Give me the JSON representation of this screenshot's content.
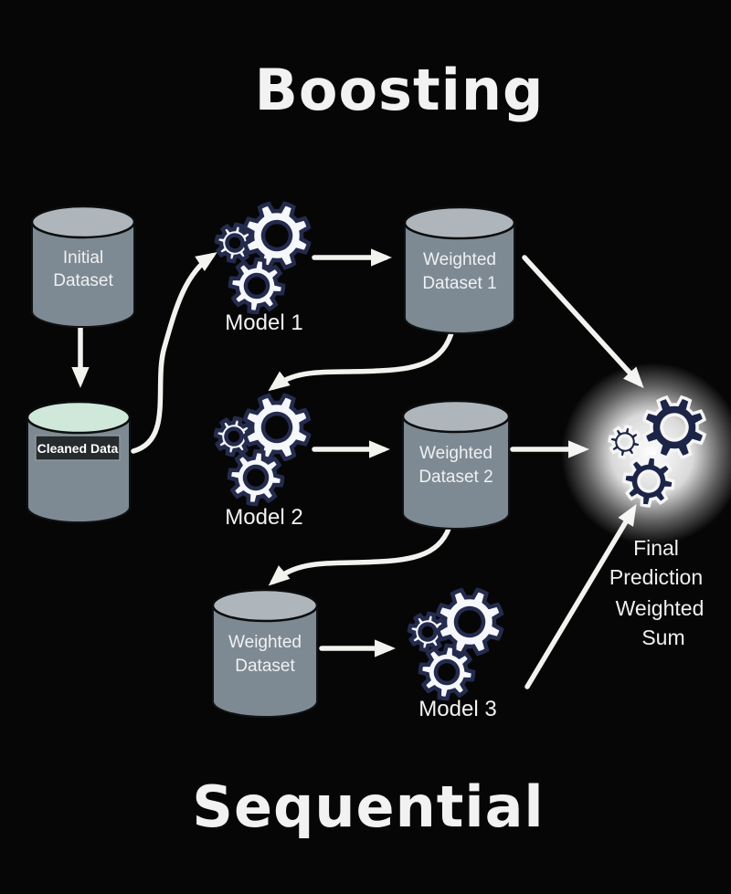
{
  "title": "Boosting",
  "footer": "Sequential",
  "nodes": {
    "initial_dataset": {
      "line1": "Initial",
      "line2": "Dataset"
    },
    "cleaned_data": {
      "label": "Cleaned Data"
    },
    "model_1": {
      "label": "Model 1"
    },
    "weighted_dataset_1": {
      "line1": "Weighted",
      "line2": "Dataset 1"
    },
    "model_2": {
      "label": "Model 2"
    },
    "weighted_dataset_2": {
      "line1": "Weighted",
      "line2": "Dataset 2"
    },
    "weighted_dataset_3": {
      "line1": "Weighted",
      "line2": "Dataset"
    },
    "model_3": {
      "label": "Model 3"
    },
    "final_prediction": {
      "line1": "Final",
      "line2": "Prediction",
      "line3": "Weighted",
      "line4": "Sum"
    }
  },
  "colors": {
    "background": "#060606",
    "cylinder_body": "#7e8a93",
    "cylinder_top": "#aeb6bc",
    "cleaned_top": "#cfe8da",
    "cleaned_box": "#262b2e",
    "gear_fill": "#f5f7fa",
    "gear_outline": "#242b4d",
    "final_gear_fill": "#1c2547",
    "arrow": "#f2f2ef",
    "text": "#f2f2f2"
  }
}
